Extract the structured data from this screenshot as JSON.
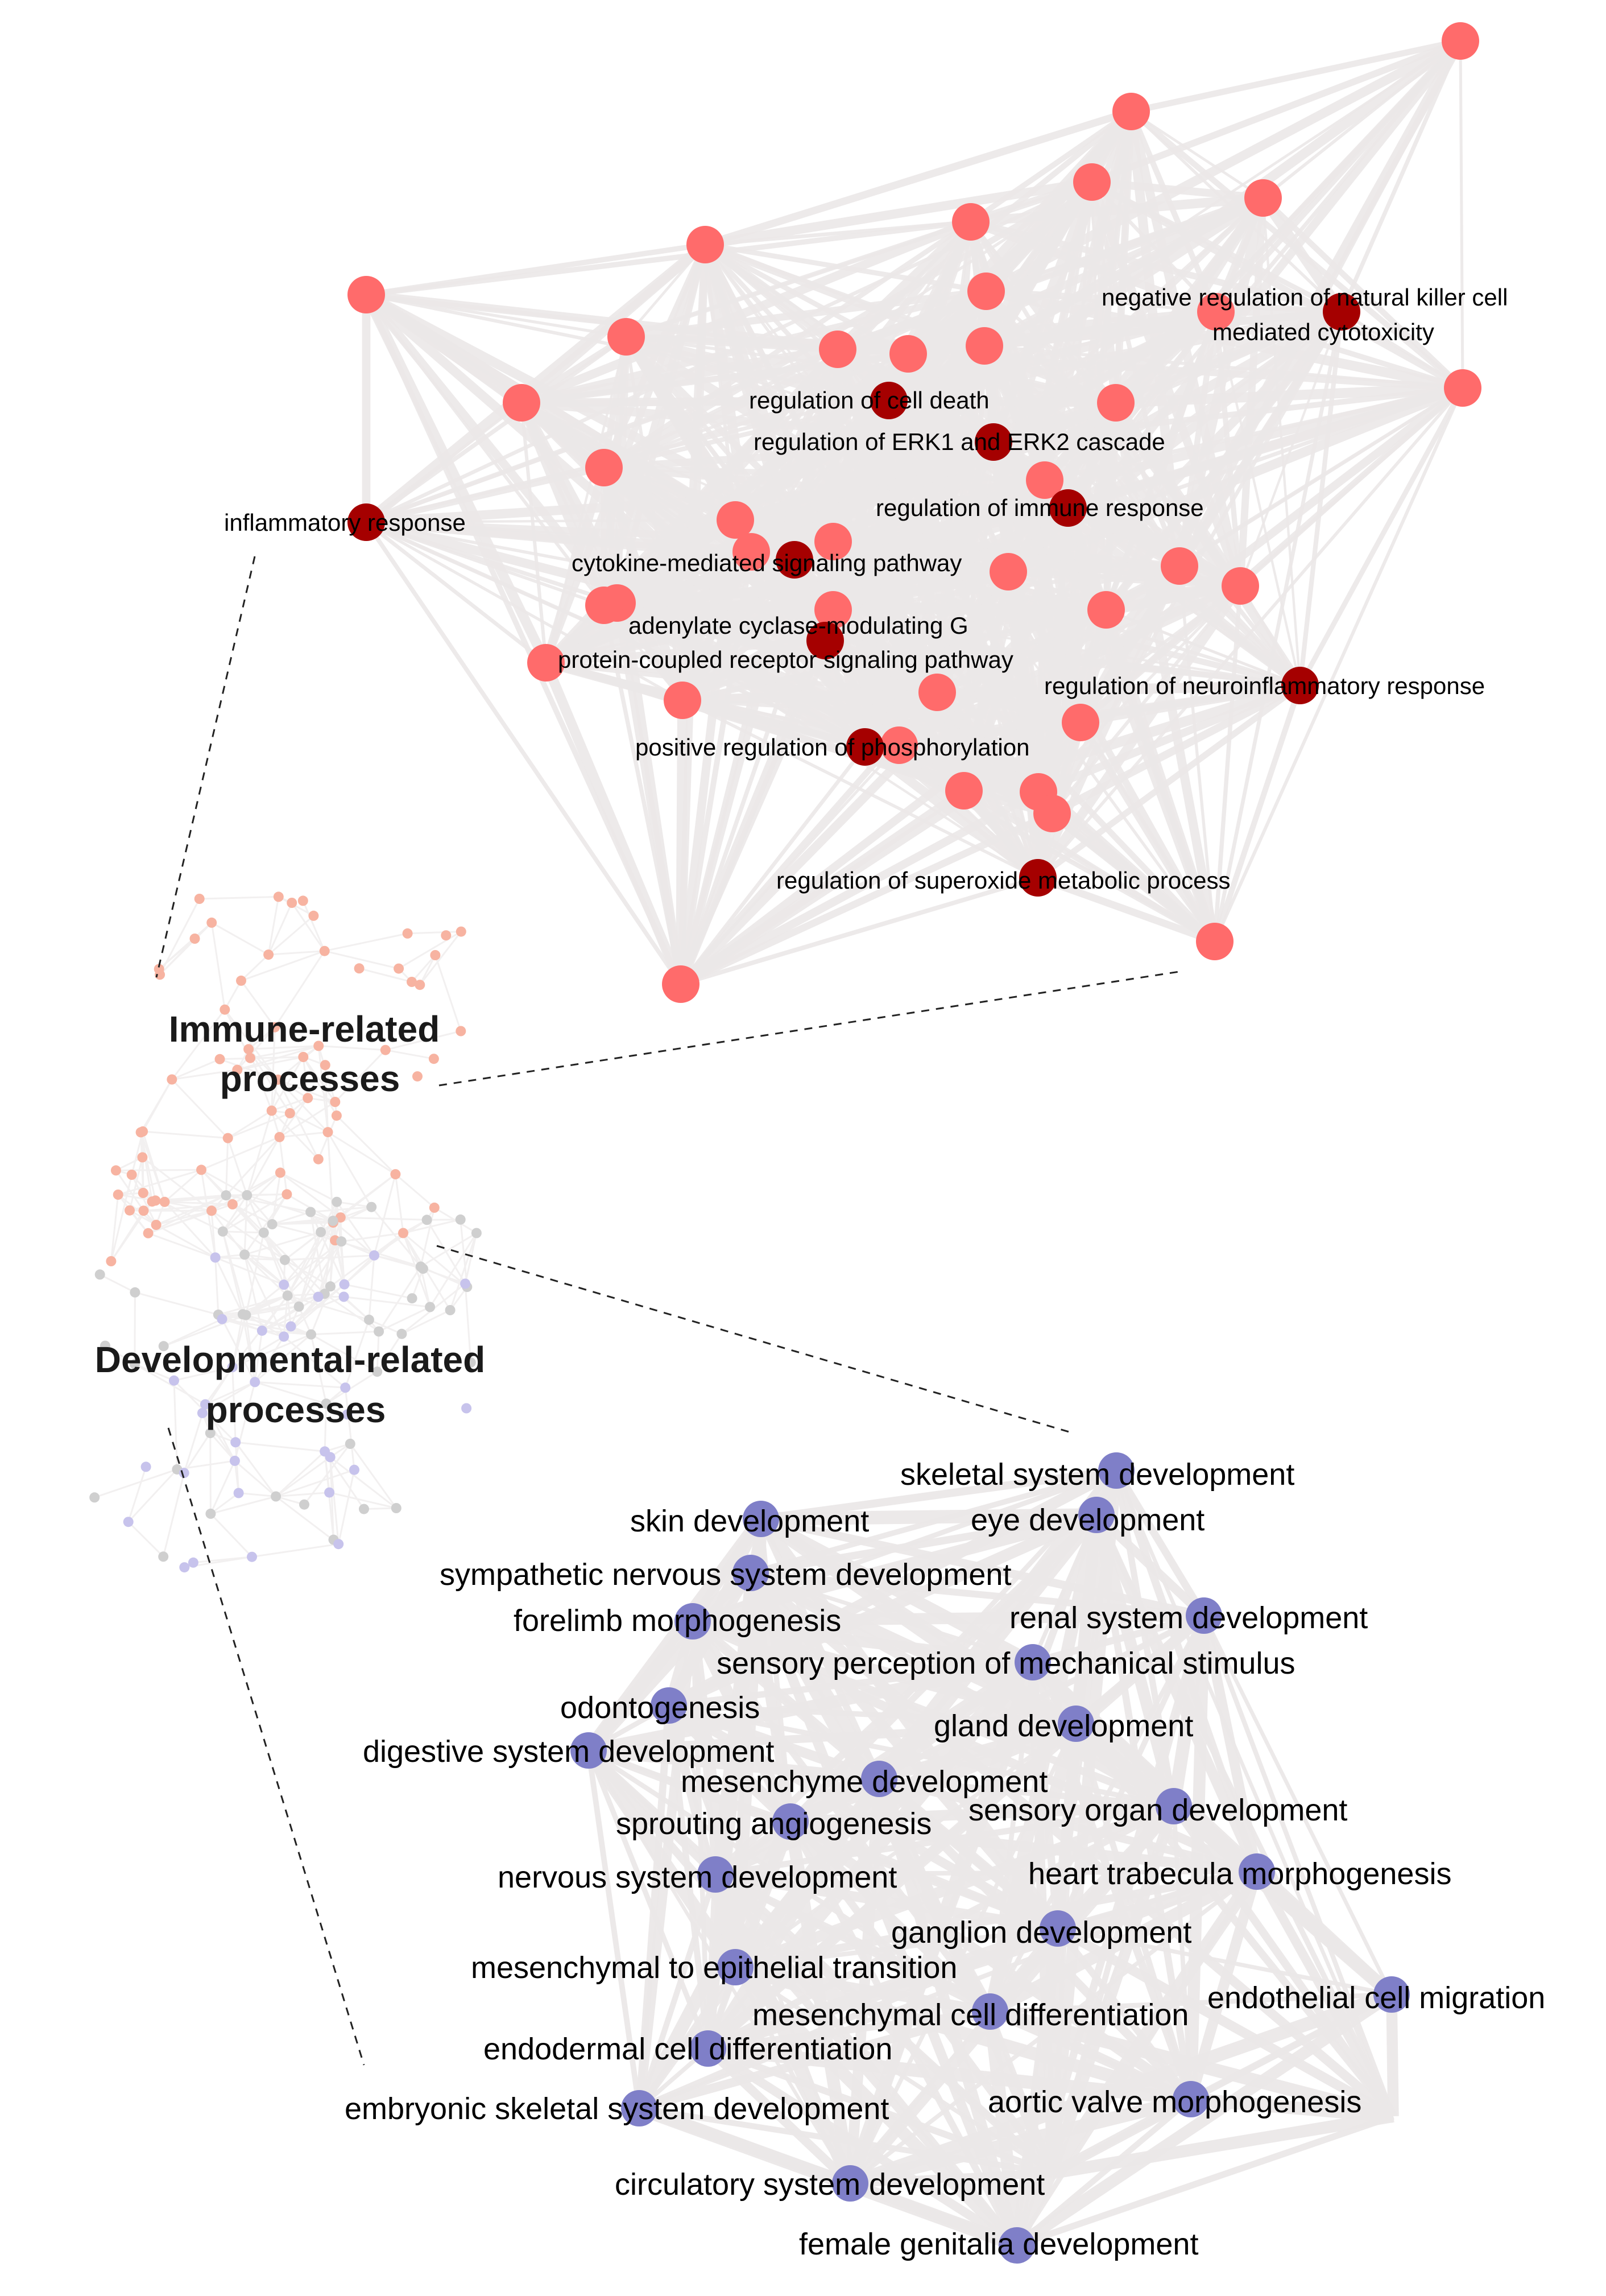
{
  "group_titles": {
    "immune": [
      "Immune-related",
      "processes"
    ],
    "developmental": [
      "Developmental-related",
      "processes"
    ]
  },
  "colors": {
    "edge": "#ebe8e8",
    "immune_node": "#ff6b6b",
    "immune_highlight": "#a50000",
    "developmental_node": "#7f7fc8",
    "overview_immune": "#f7b3a1",
    "overview_dev": "#c7c3ec",
    "overview_other": "#cfcfcf"
  },
  "immune_labels": [
    "negative regulation of natural killer cell",
    "mediated cytotoxicity",
    "regulation of cell death",
    "regulation of ERK1 and ERK2 cascade",
    "regulation of immune response",
    "inflammatory response",
    "cytokine-mediated signaling pathway",
    "adenylate cyclase-modulating G",
    "protein-coupled receptor signaling pathway",
    "regulation of neuroinflammatory response",
    "positive regulation of phosphorylation",
    "regulation of superoxide metabolic process"
  ],
  "developmental_labels": [
    "skeletal system development",
    "skin development",
    "eye development",
    "sympathetic nervous system development",
    "forelimb morphogenesis",
    "renal system development",
    "sensory perception of mechanical stimulus",
    "odontogenesis",
    "gland development",
    "digestive system development",
    "mesenchyme development",
    "sensory organ development",
    "sprouting angiogenesis",
    "heart trabecula morphogenesis",
    "nervous system development",
    "ganglion development",
    "mesenchymal to epithelial transition",
    "mesenchymal cell differentiation",
    "endothelial cell migration",
    "endodermal cell differentiation",
    "embryonic skeletal system development",
    "aortic valve morphogenesis",
    "circulatory system development",
    "female genitalia development"
  ]
}
